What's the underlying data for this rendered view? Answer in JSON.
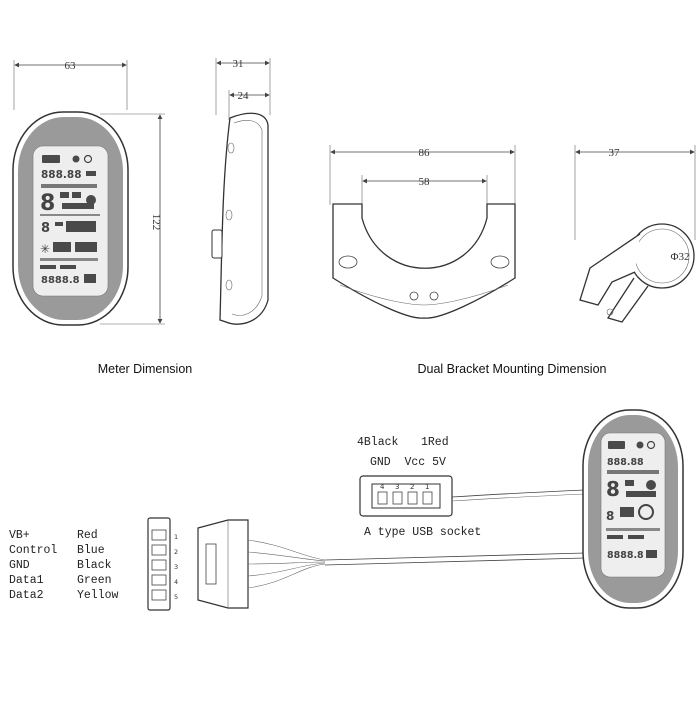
{
  "meter_dimension": {
    "caption": "Meter Dimension",
    "width": "63",
    "height": "122",
    "side_depth_outer": "31",
    "side_depth_inner": "24"
  },
  "bracket_dimension": {
    "caption": "Dual Bracket Mounting Dimension",
    "outer_width": "86",
    "inner_width": "58",
    "clamp_depth": "37",
    "clamp_diameter": "Φ32"
  },
  "usb": {
    "pin_label_black": "4Black",
    "pin_label_red": "1Red",
    "pin_function": "GND  Vcc 5V",
    "pin_numbers": [
      "4",
      "3",
      "2",
      "1"
    ],
    "socket_label": "A type USB socket"
  },
  "connector": {
    "signals": [
      "VB+",
      "Control",
      "GND",
      "Data1",
      "Data2"
    ],
    "colors": [
      "Red",
      "Blue",
      "Black",
      "Green",
      "Yellow"
    ],
    "pin_numbers": [
      "1",
      "2",
      "3",
      "4",
      "5"
    ]
  },
  "lcd_readouts": {
    "speed": "888.88",
    "digit": "8",
    "odo": "8888.8"
  }
}
